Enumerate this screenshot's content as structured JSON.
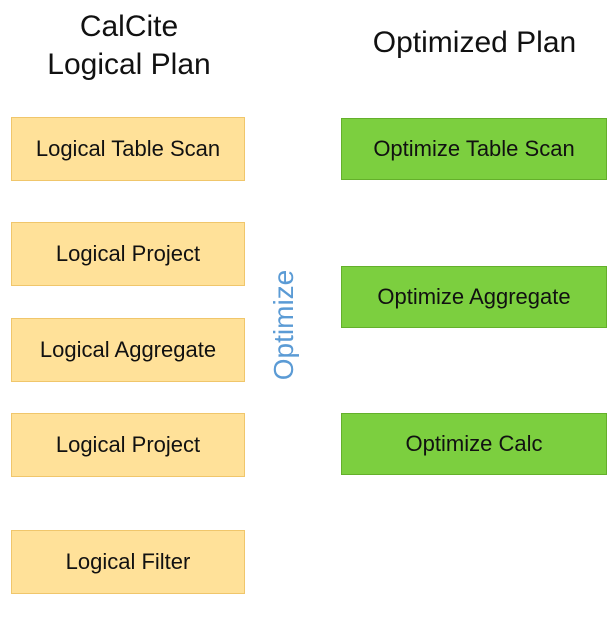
{
  "logical_plan": {
    "heading": "CalCite\nLogical Plan",
    "nodes": [
      "Logical Table Scan",
      "Logical Project",
      "Logical Aggregate",
      "Logical Project",
      "Logical Filter"
    ]
  },
  "transform_label": "Optimize",
  "optimized_plan": {
    "heading": "Optimized Plan",
    "nodes": [
      "Optimize Table Scan",
      "Optimize Aggregate",
      "Optimize Calc"
    ]
  },
  "colors": {
    "logical_fill": "#ffe199",
    "optimized_fill": "#7ccf3f",
    "transform_text": "#5b9bd5"
  }
}
